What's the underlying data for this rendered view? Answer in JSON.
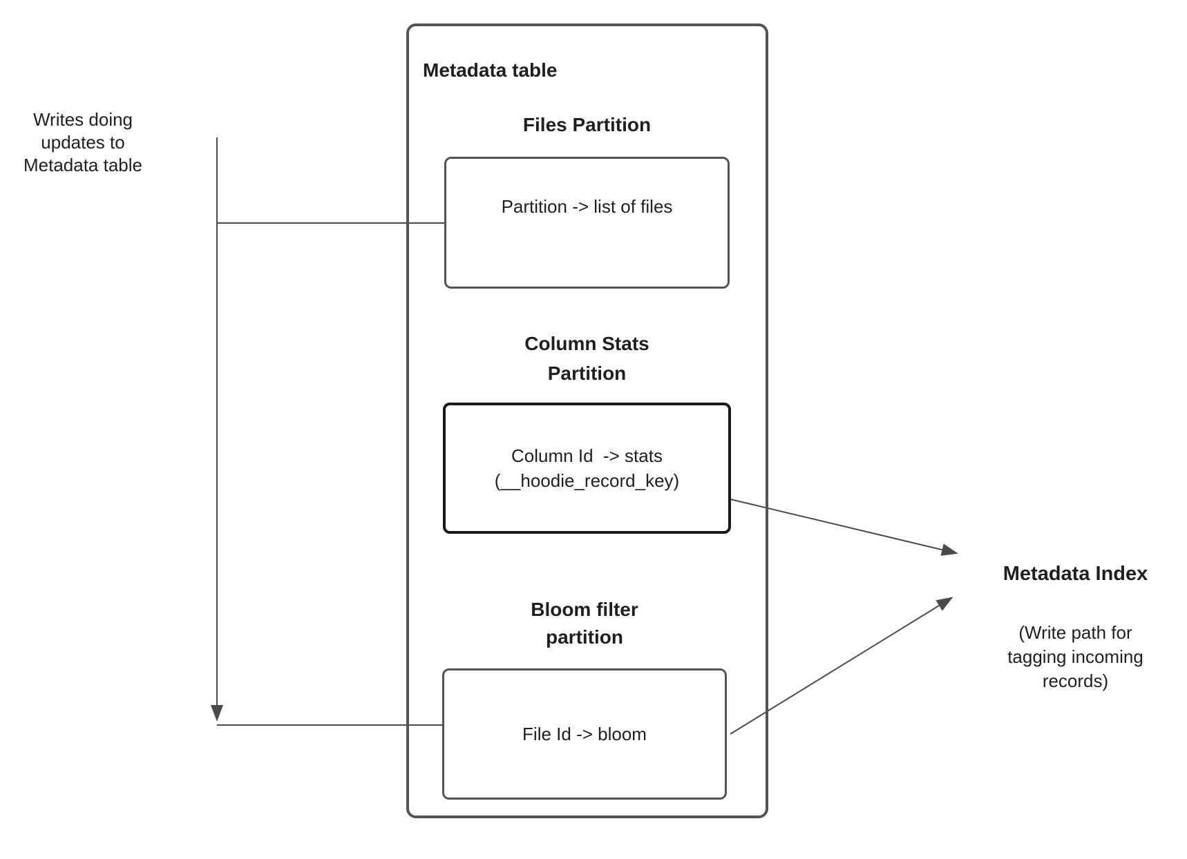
{
  "colors": {
    "background": "#ffffff",
    "text": "#1f1f1f",
    "box_border": "#545454",
    "emphasis_border": "#1a1a1a",
    "connector": "#4a4a4a"
  },
  "writes_note": {
    "text": "Writes doing\nupdates to\nMetadata table"
  },
  "metadata_table": {
    "title": "Metadata table",
    "sections": [
      {
        "title": "Files Partition",
        "box_text": "Partition -> list of files"
      },
      {
        "title": "Column Stats\nPartition",
        "box_text": "Column Id  -> stats\n(__hoodie_record_key)"
      },
      {
        "title": "Bloom filter\npartition",
        "box_text": "File Id -> bloom"
      }
    ]
  },
  "metadata_index": {
    "title": "Metadata Index",
    "note": "(Write path for\ntagging incoming\nrecords)"
  },
  "connectors": [
    {
      "name": "writes-to-metadata-table",
      "from": "writes-note",
      "to": "files-partition-box-and-bloom-filter-box",
      "arrowhead": "down"
    },
    {
      "name": "column-stats-to-metadata-index",
      "from": "column-stats-box",
      "to": "metadata-index",
      "arrowhead": "right"
    },
    {
      "name": "bloom-filter-to-metadata-index",
      "from": "bloom-filter-box",
      "to": "metadata-index",
      "arrowhead": "up-right"
    }
  ]
}
